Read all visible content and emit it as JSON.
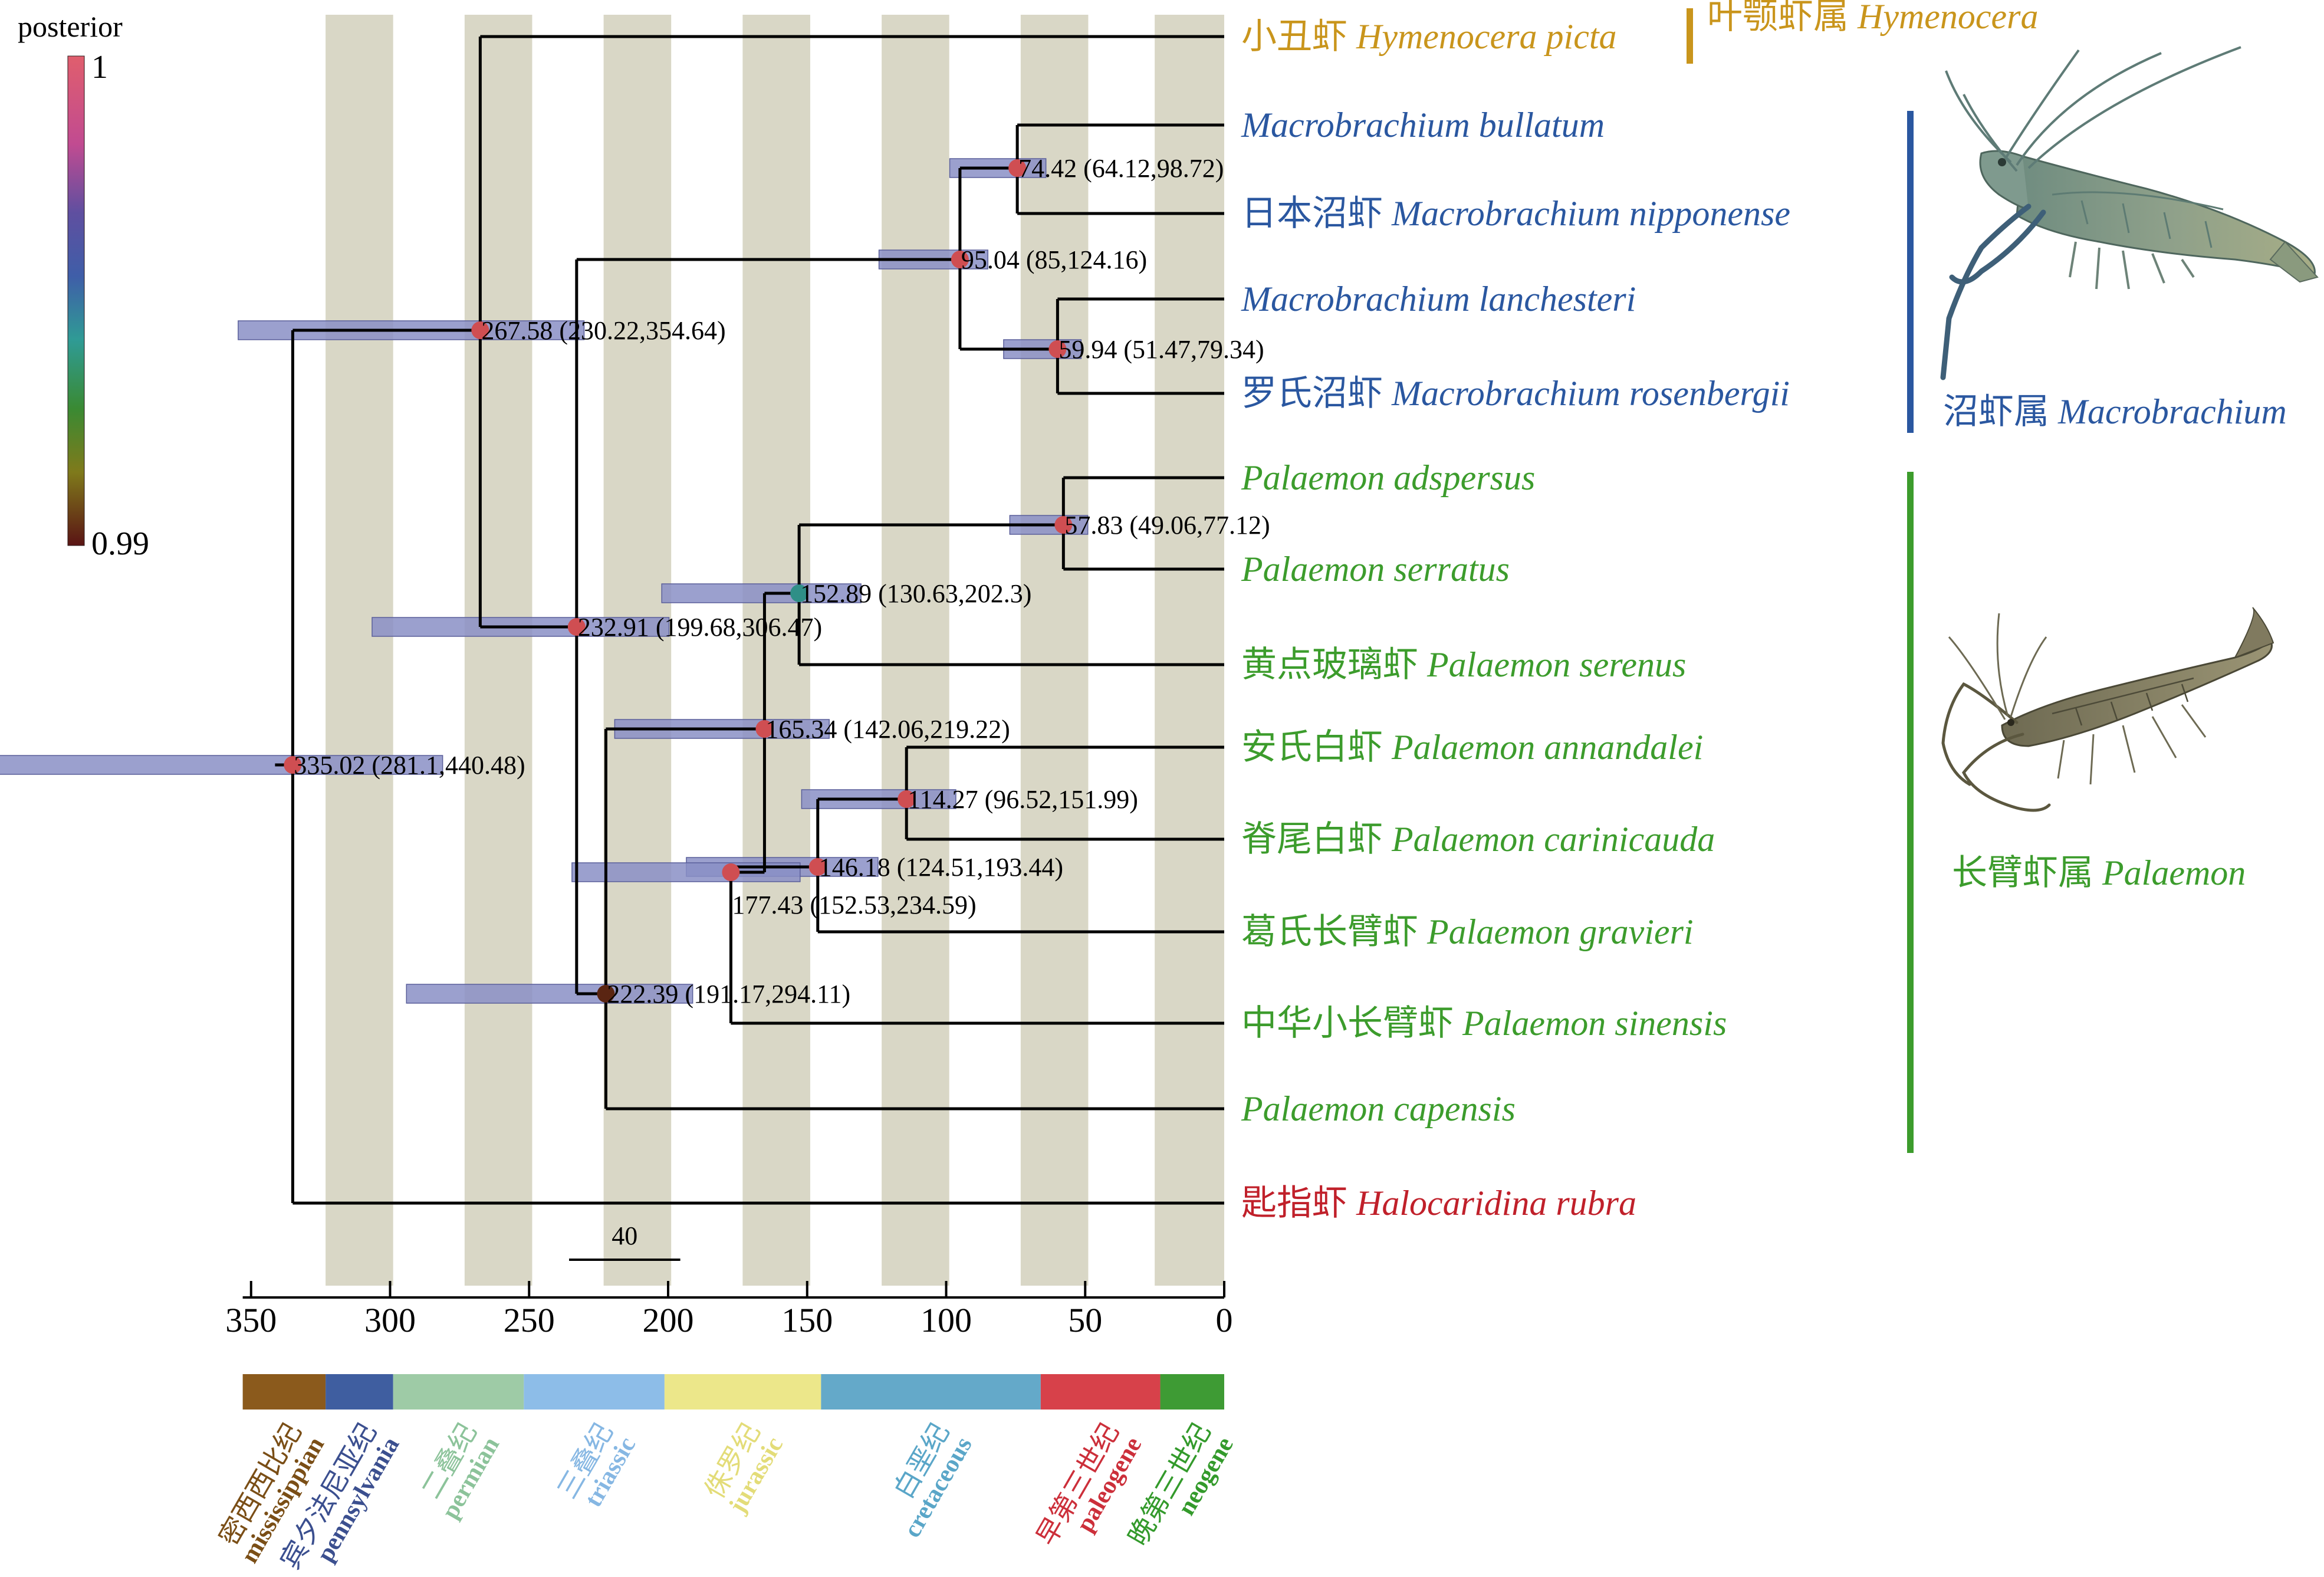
{
  "legend": {
    "title": "posterior",
    "max_label": "1",
    "min_label": "0.99"
  },
  "scale_bar": {
    "label": "40",
    "value": 40
  },
  "axis": {
    "range": [
      0,
      350
    ],
    "ticks": [
      350,
      300,
      250,
      200,
      150,
      100,
      50,
      0
    ],
    "tick_labels": [
      "350",
      "300",
      "250",
      "200",
      "150",
      "100",
      "50",
      "0"
    ]
  },
  "periods": [
    {
      "zh": "密西西比纪",
      "en": "mississippian",
      "start": 358.9,
      "end": 323.2,
      "color": "#8b5a1c",
      "label_color": "#7a4e16"
    },
    {
      "zh": "宾夕法尼亚纪",
      "en": "pennsylvania",
      "start": 323.2,
      "end": 298.9,
      "color": "#3f5ea0",
      "label_color": "#3b4f8f"
    },
    {
      "zh": "二叠纪",
      "en": "permian",
      "start": 298.9,
      "end": 251.9,
      "color": "#9ecba6",
      "label_color": "#8cc39a"
    },
    {
      "zh": "三叠纪",
      "en": "triassic",
      "start": 251.9,
      "end": 201.3,
      "color": "#8dbde8",
      "label_color": "#86b7e3"
    },
    {
      "zh": "侏罗纪",
      "en": "jurassic",
      "start": 201.3,
      "end": 145.0,
      "color": "#ece78a",
      "label_color": "#e3dc78"
    },
    {
      "zh": "白垩纪",
      "en": "cretaceous",
      "start": 145.0,
      "end": 66.0,
      "color": "#64a9c9",
      "label_color": "#5aa6c8"
    },
    {
      "zh": "早第三世纪",
      "en": "paleogene",
      "start": 66.0,
      "end": 23.0,
      "color": "#d7414a",
      "label_color": "#cc2f3a"
    },
    {
      "zh": "晚第三世纪",
      "en": "neogene",
      "start": 23.0,
      "end": 0,
      "color": "#3e9b34",
      "label_color": "#339a2b"
    }
  ],
  "taxa": [
    {
      "id": "t1",
      "zh": "小丑虾",
      "sci": "Hymenocera picta",
      "color": "#c9951c"
    },
    {
      "id": "t2",
      "zh": "",
      "sci": "Macrobrachium bullatum",
      "color": "#2a57a0"
    },
    {
      "id": "t3",
      "zh": "日本沼虾",
      "sci": "Macrobrachium nipponense",
      "color": "#2a57a0"
    },
    {
      "id": "t4",
      "zh": "",
      "sci": "Macrobrachium lanchesteri",
      "color": "#2a57a0"
    },
    {
      "id": "t5",
      "zh": "罗氏沼虾",
      "sci": "Macrobrachium rosenbergii",
      "color": "#2a57a0"
    },
    {
      "id": "t6",
      "zh": "",
      "sci": "Palaemon adspersus",
      "color": "#3c9c2c"
    },
    {
      "id": "t7",
      "zh": "",
      "sci": "Palaemon serratus",
      "color": "#3c9c2c"
    },
    {
      "id": "t8",
      "zh": "黄点玻璃虾",
      "sci": "Palaemon serenus",
      "color": "#3c9c2c"
    },
    {
      "id": "t9",
      "zh": "安氏白虾",
      "sci": "Palaemon annandalei",
      "color": "#3c9c2c"
    },
    {
      "id": "t10",
      "zh": "脊尾白虾",
      "sci": "Palaemon carinicauda",
      "color": "#3c9c2c"
    },
    {
      "id": "t11",
      "zh": "葛氏长臂虾",
      "sci": "Palaemon gravieri",
      "color": "#3c9c2c"
    },
    {
      "id": "t12",
      "zh": "中华小长臂虾",
      "sci": "Palaemon sinensis",
      "color": "#3c9c2c"
    },
    {
      "id": "t13",
      "zh": "",
      "sci": "Palaemon capensis",
      "color": "#3c9c2c"
    },
    {
      "id": "t14",
      "zh": "匙指虾",
      "sci": "Halocaridina rubra",
      "color": "#c0202a"
    }
  ],
  "nodes": [
    {
      "id": "n1",
      "age": 335.02,
      "ci": [
        281.1,
        440.48
      ],
      "label": "335.02 (281.1,440.48)",
      "posterior": 1
    },
    {
      "id": "n2",
      "age": 267.58,
      "ci": [
        230.22,
        354.64
      ],
      "label": "267.58 (230.22,354.64)",
      "posterior": 1
    },
    {
      "id": "n3",
      "age": 95.04,
      "ci": [
        85,
        124.16
      ],
      "label": "95.04 (85,124.16)",
      "posterior": 1
    },
    {
      "id": "n4",
      "age": 74.42,
      "ci": [
        64.12,
        98.72
      ],
      "label": "74.42 (64.12,98.72)",
      "posterior": 1
    },
    {
      "id": "n5",
      "age": 59.94,
      "ci": [
        51.47,
        79.34
      ],
      "label": "59.94 (51.47,79.34)",
      "posterior": 1
    },
    {
      "id": "n6",
      "age": 232.91,
      "ci": [
        199.68,
        306.47
      ],
      "label": "232.91 (199.68,306.47)",
      "posterior": 1
    },
    {
      "id": "n7",
      "age": 152.89,
      "ci": [
        130.63,
        202.3
      ],
      "label": "152.89 (130.63,202.3)",
      "posterior": 0.995
    },
    {
      "id": "n8",
      "age": 57.83,
      "ci": [
        49.06,
        77.12
      ],
      "label": "57.83 (49.06,77.12)",
      "posterior": 1
    },
    {
      "id": "n9",
      "age": 165.34,
      "ci": [
        142.06,
        219.22
      ],
      "label": "165.34 (142.06,219.22)",
      "posterior": 1
    },
    {
      "id": "n10",
      "age": 114.27,
      "ci": [
        96.52,
        151.99
      ],
      "label": "114.27 (96.52,151.99)",
      "posterior": 1
    },
    {
      "id": "n11",
      "age": 146.18,
      "ci": [
        124.51,
        193.44
      ],
      "label": "146.18 (124.51,193.44)",
      "posterior": 1
    },
    {
      "id": "n12",
      "age": 177.43,
      "ci": [
        152.53,
        234.59
      ],
      "label": "177.43 (152.53,234.59)",
      "posterior": 1
    },
    {
      "id": "n13",
      "age": 222.39,
      "ci": [
        191.17,
        294.11
      ],
      "label": "222.39 (191.17,294.11)",
      "posterior": 0.99
    }
  ],
  "genera": [
    {
      "id": "g1",
      "zh": "叶颚虾属",
      "sci": "Hymenocera",
      "color": "#c9951c"
    },
    {
      "id": "g2",
      "zh": "沼虾属",
      "sci": "Macrobrachium",
      "color": "#2a57a0"
    },
    {
      "id": "g3",
      "zh": "长臂虾属",
      "sci": "Palaemon",
      "color": "#3c9c2c"
    }
  ],
  "colors": {
    "band": "#d9d7c6",
    "ci_bar": "#8a8fc6",
    "node_high": "#cf4e52",
    "node_mid": "#2f8f87",
    "node_low": "#5a2512",
    "tree": "#000000"
  }
}
